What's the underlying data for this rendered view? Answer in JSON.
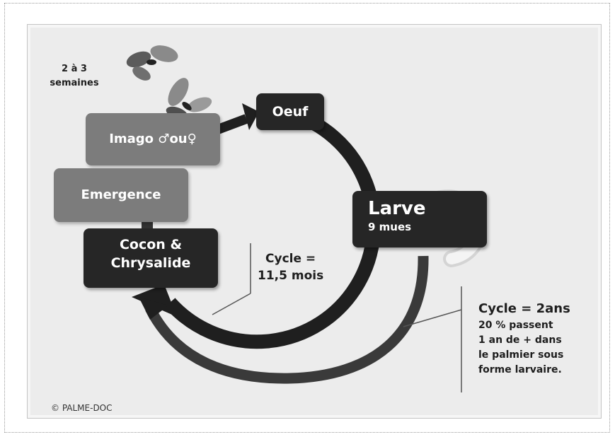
{
  "stages": {
    "oeuf": "Oeuf",
    "larve": "Larve",
    "larve_sub": "9 mues",
    "cocon_line1": "Cocon &",
    "cocon_line2": "Chrysalide",
    "emergence": "Emergence",
    "imago": "Imago ♂ou♀"
  },
  "imago_duration": {
    "line1": "2 à 3",
    "line2": "semaines"
  },
  "cycle_inner": {
    "line1": "Cycle =",
    "line2": "11,5 mois"
  },
  "cycle_outer": {
    "title": "Cycle = 2ans",
    "line1": "20 % passent",
    "line2": "1 an de + dans",
    "line3": "le palmier sous",
    "line4": "forme larvaire."
  },
  "copyright": "© PALME-DOC",
  "colors": {
    "dark_box": "#262626",
    "grey_box": "#7c7c7c",
    "arrow": "#1f1f1f",
    "background": "#ececec"
  }
}
